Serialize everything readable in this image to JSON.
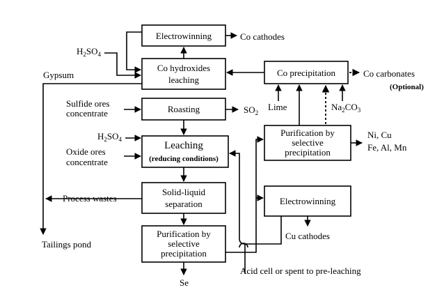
{
  "process_boxes": {
    "electrowinning_top": "Electrowinning",
    "co_hydroxides_leaching": [
      "Co hydroxides",
      "leaching"
    ],
    "roasting": "Roasting",
    "leaching": "Leaching",
    "reducing_conditions": "(reducing conditions)",
    "solid_liquid_separation": [
      "Solid-liquid",
      "separation"
    ],
    "purification_bottom": [
      "Purification by",
      "selective",
      "precipitation"
    ],
    "co_precipitation": "Co precipitation",
    "purification_right": [
      "Purification by",
      "selective",
      "precipitation"
    ],
    "electrowinning_right": "Electrowinning"
  },
  "inputs": {
    "h2so4_top": "H2SO4",
    "gypsum": "Gypsum",
    "sulfide_ores": [
      "Sulfide ores",
      "concentrate"
    ],
    "h2so4_mid": "H2SO4",
    "oxide_ores": [
      "Oxide ores",
      "concentrate"
    ],
    "lime": "Lime",
    "na2co3": "Na2CO3"
  },
  "outputs": {
    "co_cathodes": "Co cathodes",
    "co_carbonates": "Co  carbonates",
    "optional": "(Optional)",
    "so2": "SO2",
    "impurities": [
      "Ni, Cu",
      "Fe, Al, Mn"
    ],
    "process_wastes": "Process wastes",
    "tailings_pond": "Tailings pond",
    "cu_cathodes": "Cu cathodes",
    "se": "Se",
    "acid_cell": "Acid cell or spent to pre-leaching"
  }
}
